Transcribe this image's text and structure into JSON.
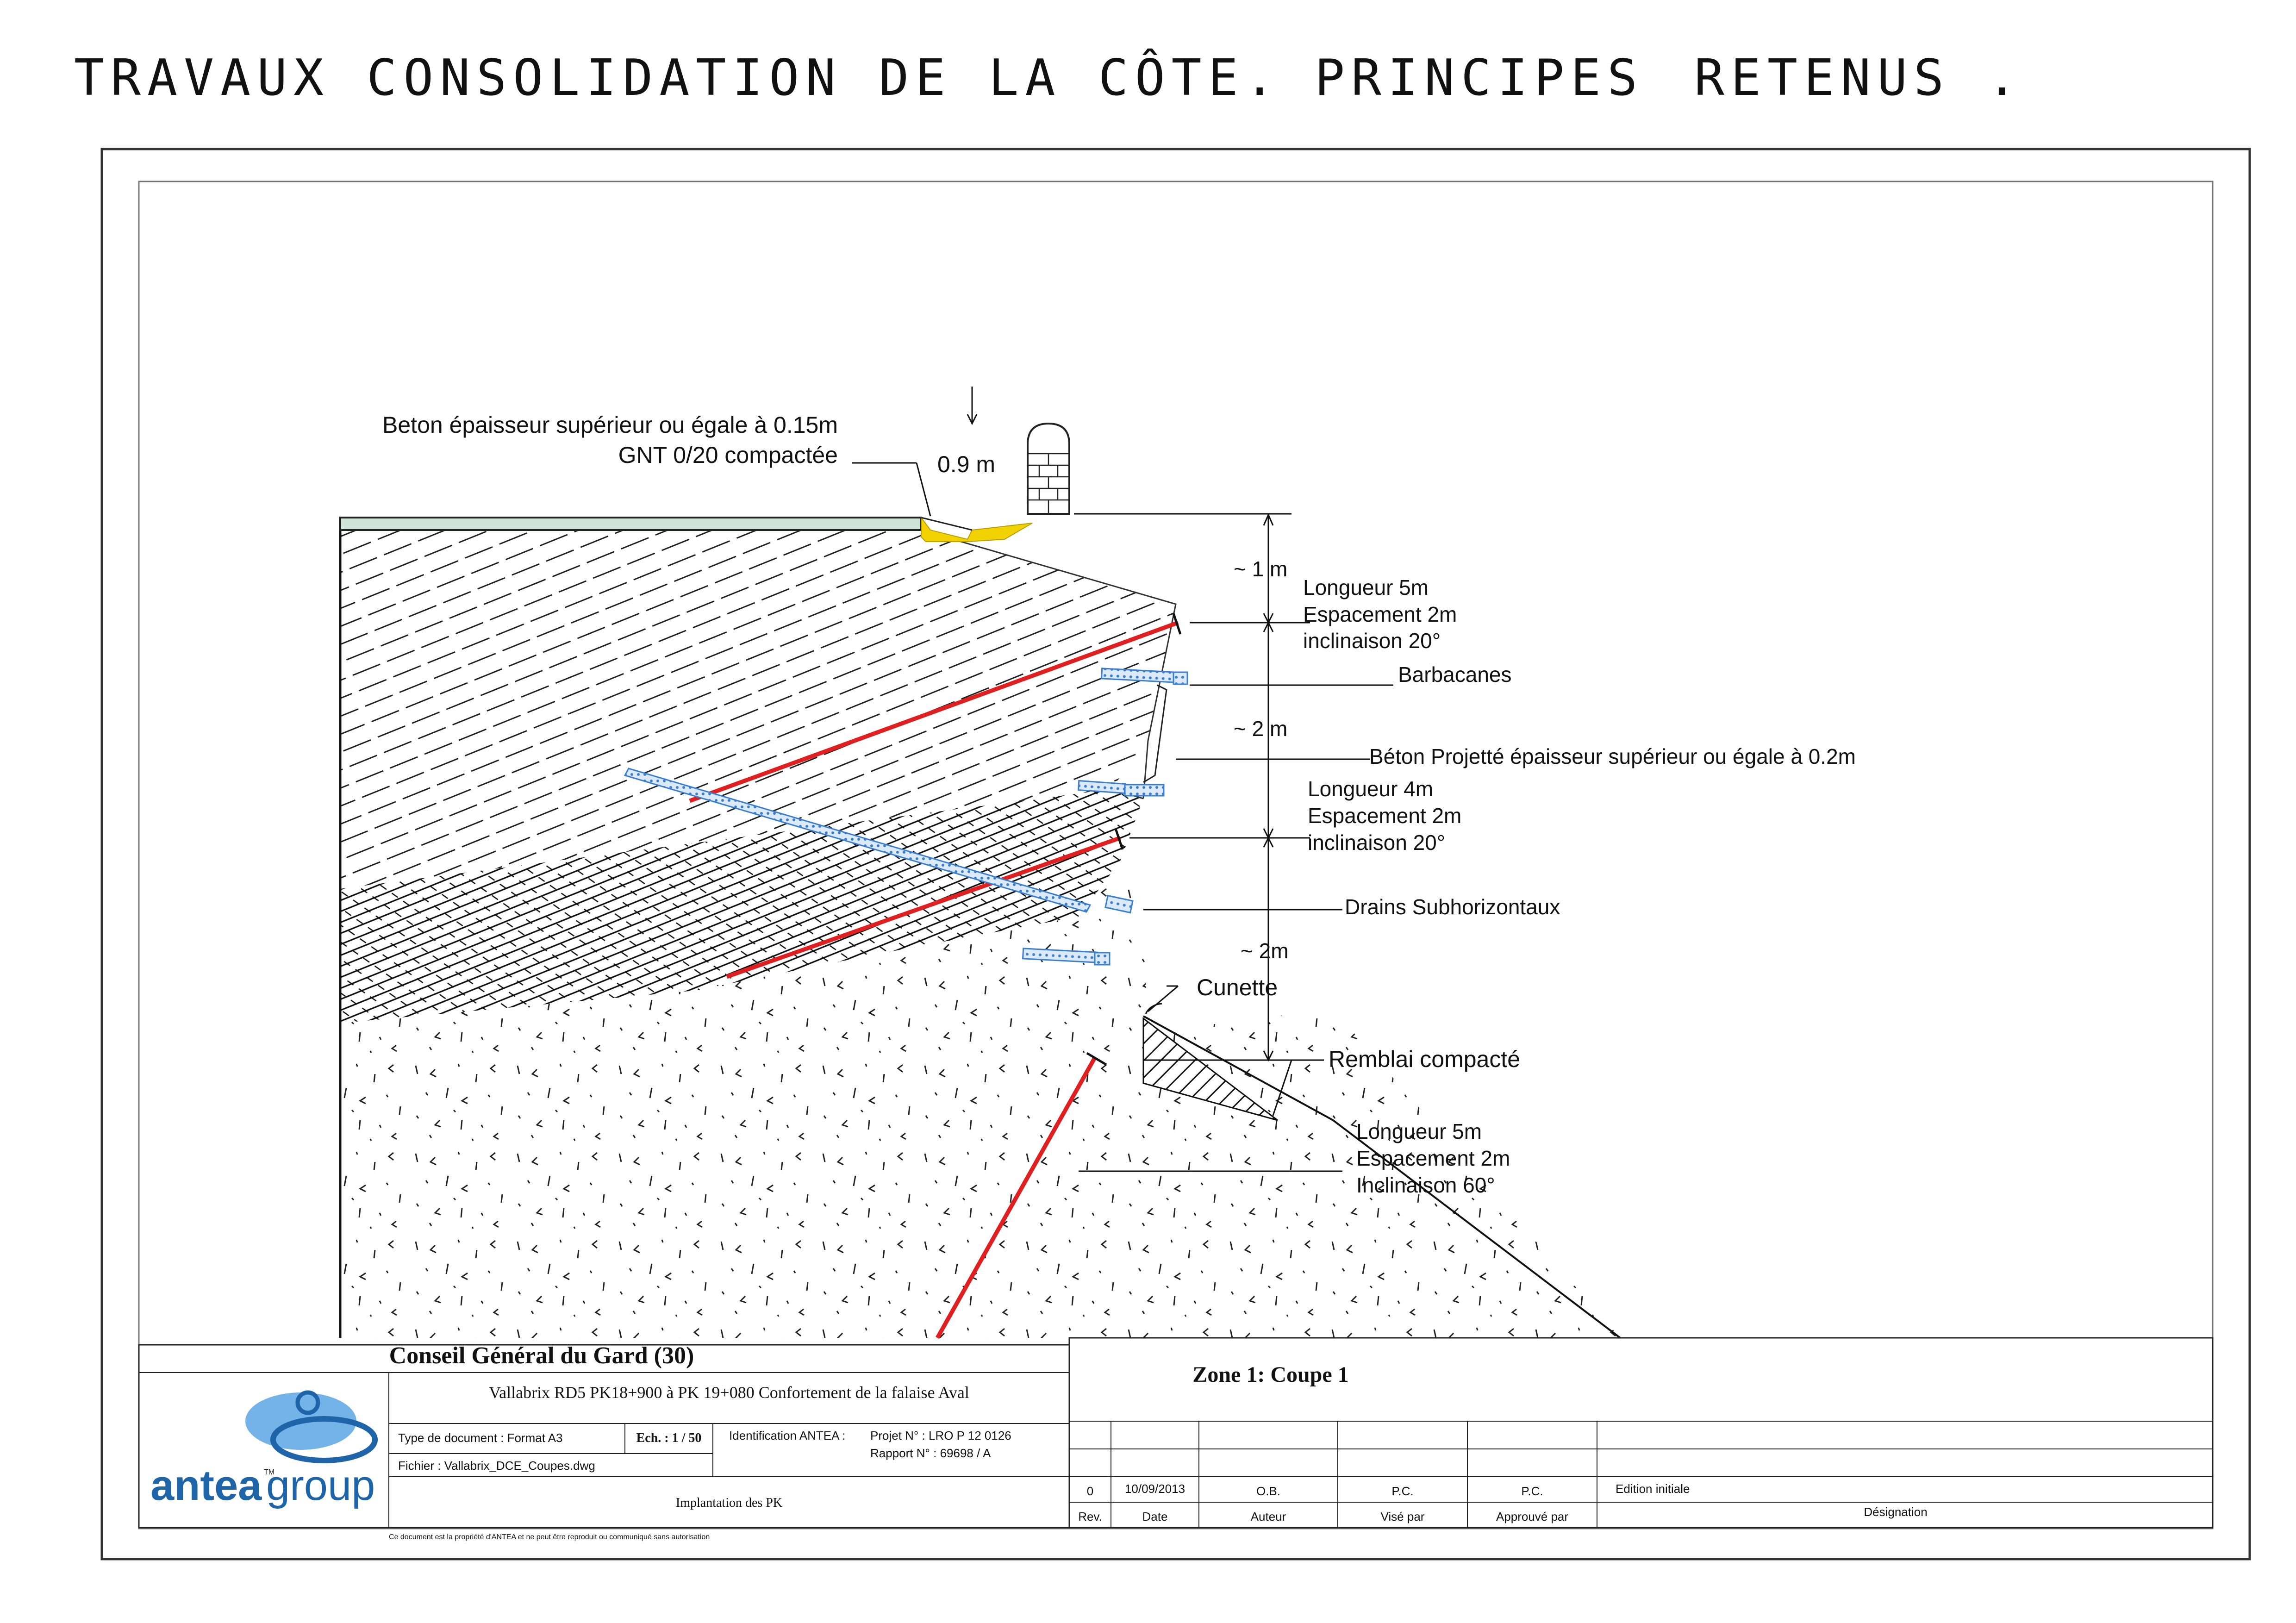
{
  "handwritten_title": {
    "part1": "TRAVAUX CONSOLIDATION DE LA CÔTE.",
    "part2": "PRINCIPES",
    "part3": "RETENUS ."
  },
  "labels": {
    "beton_top": "Beton épaisseur supérieur ou égale à 0.15m",
    "gnt": "GNT 0/20 compactée",
    "wall_height": "0.9 m",
    "dim_1": "~ 1 m",
    "dim_2": "~ 2 m",
    "dim_3": "~ 2m",
    "anchor1_length": "Longueur 5m",
    "anchor1_spacing": "Espacement 2m",
    "anchor1_incl": "inclinaison 20°",
    "barbacanes": "Barbacanes",
    "beton_projete": "Béton Projetté épaisseur supérieur ou égale à 0.2m",
    "anchor2_length": "Longueur 4m",
    "anchor2_spacing": "Espacement 2m",
    "anchor2_incl": "inclinaison 20°",
    "drains": "Drains Subhorizontaux",
    "cunette": "Cunette",
    "remblai": "Remblai compacté",
    "anchor3_length": "Longueur 5m",
    "anchor3_spacing": "Espacement 2m",
    "anchor3_incl": "Inclinaison 60°"
  },
  "title_block": {
    "org": "Conseil Général du Gard (30)",
    "project": "Vallabrix RD5  PK18+900 à PK 19+080 Confortement de la falaise Aval",
    "doc_type": "Type de document : Format A3",
    "scale": "Ech. : 1 / 50",
    "id_antea": "Identification ANTEA :",
    "projet_no": "Projet N° : LRO P 12 0126",
    "rapport_no": "Rapport N° : 69698 / A",
    "file": "Fichier : Vallabrix_DCE_Coupes.dwg",
    "content": "Implantation des PK",
    "zone": "Zone 1: Coupe 1",
    "rev_values": [
      "0",
      "10/09/2013",
      "O.B.",
      "P.C.",
      "P.C.",
      "Edition initiale"
    ],
    "rev_headers": [
      "Rev.",
      "Date",
      "Auteur",
      "Visé par",
      "Approuvé par",
      "Désignation"
    ],
    "disclaimer": "Ce document est la propriété d'ANTEA et ne peut être reproduit ou communiqué sans autorisation",
    "logo_text_1": "antea",
    "logo_text_2": "group",
    "logo_tm": "TM"
  },
  "colors": {
    "anchor_red": "#e02020",
    "drain_blue": "#3a7fd0",
    "gnt_yellow": "#f2d200",
    "beton_green": "#cfe3d6",
    "logo_blue": "#1e64a8"
  }
}
